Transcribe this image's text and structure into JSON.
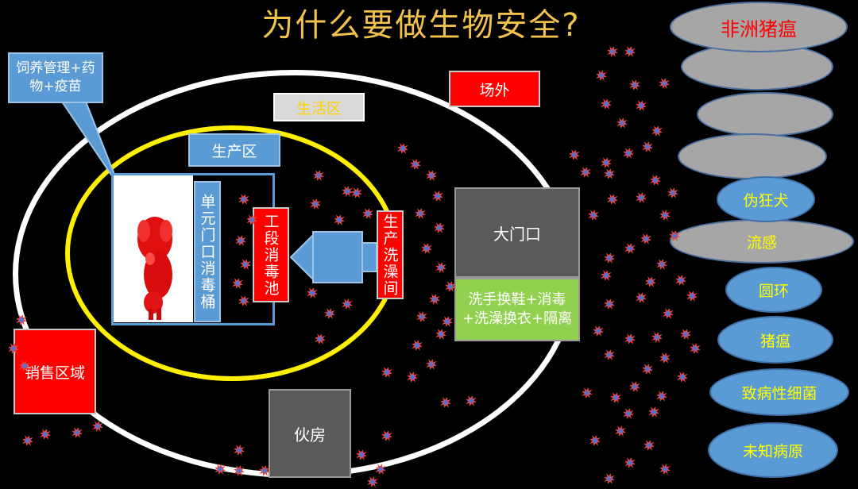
{
  "title": "为什么要做生物安全?",
  "callout": "饲养管理+药物+疫苗",
  "zones": {
    "outside": "场外",
    "living": "生活区",
    "production": "生产区",
    "unit_disinfect": "单元门口消毒桶",
    "section_pool": "工段消毒池",
    "shower_room": "生产洗澡间",
    "gate": "大门口",
    "gate_measures": "洗手换鞋+消毒+洗澡换衣+隔离",
    "sales": "销售区域",
    "kitchen": "伙房"
  },
  "pathogens": {
    "top": "非洲猪瘟",
    "grey_empty": [
      "",
      "",
      ""
    ],
    "rabies": "伪狂犬",
    "flu": "流感",
    "circo": "圆环",
    "csf": "猪瘟",
    "bacteria": "致病性细菌",
    "unknown": "未知病原"
  },
  "colors": {
    "background": "#000000",
    "title": "#f2c24a",
    "blue_box": "#5b9bd5",
    "red_box": "#ff0000",
    "grey_box": "#5a5a5a",
    "green_box": "#92d050",
    "inner_ring": "#ffef00",
    "outer_ring": "#ffffff",
    "pathogen_label": "#ffff00"
  },
  "icons": [
    "pig-icon",
    "germ-icon",
    "arrow-left-icon"
  ]
}
